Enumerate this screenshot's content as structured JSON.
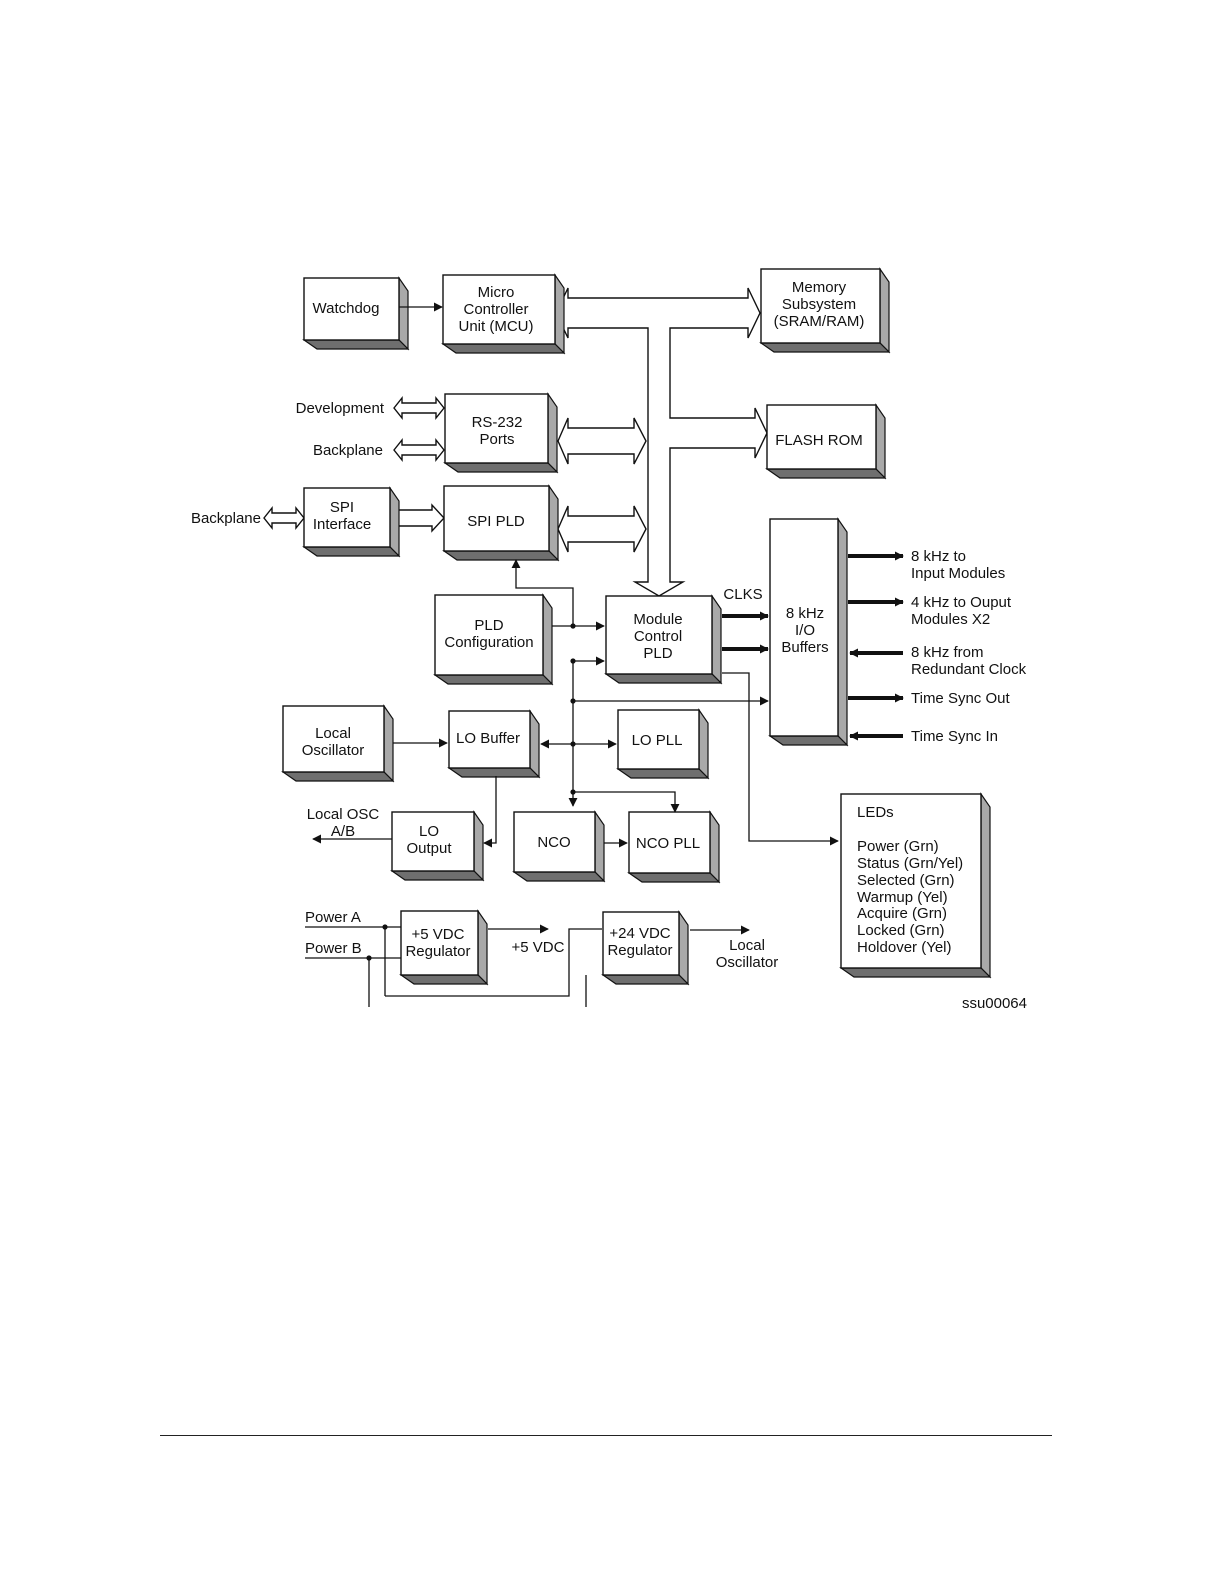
{
  "blocks": {
    "watchdog": [
      "Watchdog"
    ],
    "mcu": [
      "Micro",
      "Controller",
      "Unit (MCU)"
    ],
    "memory": [
      "Memory",
      "Subsystem",
      "(SRAM/RAM)"
    ],
    "rs232": [
      "RS-232",
      "Ports"
    ],
    "flash": [
      "FLASH ROM"
    ],
    "spi_interface": [
      "SPI",
      "Interface"
    ],
    "spi_pld": [
      "SPI PLD"
    ],
    "io_buffers": [
      "8 kHz",
      "I/O",
      "Buffers"
    ],
    "pld_config": [
      "PLD",
      "Configuration"
    ],
    "module_control": [
      "Module",
      "Control",
      "PLD"
    ],
    "local_osc": [
      "Local",
      "Oscillator"
    ],
    "lo_buffer": [
      "LO Buffer"
    ],
    "lo_pll": [
      "LO PLL"
    ],
    "lo_output": [
      "LO",
      "Output"
    ],
    "nco": [
      "NCO"
    ],
    "nco_pll": [
      "NCO PLL"
    ],
    "reg5": [
      "+5 VDC",
      "Regulator"
    ],
    "reg24": [
      "+24 VDC",
      "Regulator"
    ]
  },
  "leds": {
    "title": "LEDs",
    "items": [
      "Power (Grn)",
      "Status (Grn/Yel)",
      "Selected (Grn)",
      "Warmup (Yel)",
      "Acquire (Grn)",
      "Locked (Grn)",
      "Holdover (Yel)"
    ]
  },
  "labels": {
    "development": "Development",
    "backplane_rs232": "Backplane",
    "backplane_spi": "Backplane",
    "clks": "CLKS",
    "local_osc_ab": [
      "Local OSC",
      "A/B"
    ],
    "power_a": "Power A",
    "power_b": "Power B",
    "out_5vdc": "+5 VDC",
    "out_local_osc": [
      "Local",
      "Oscillator"
    ],
    "figure_id": "ssu00064"
  },
  "io_signals": [
    [
      "8 kHz to",
      "Input Modules"
    ],
    [
      "4 kHz to Ouput",
      "Modules X2"
    ],
    [
      "8 kHz from",
      "Redundant Clock"
    ],
    [
      "Time Sync Out"
    ],
    [
      "Time Sync In"
    ]
  ]
}
